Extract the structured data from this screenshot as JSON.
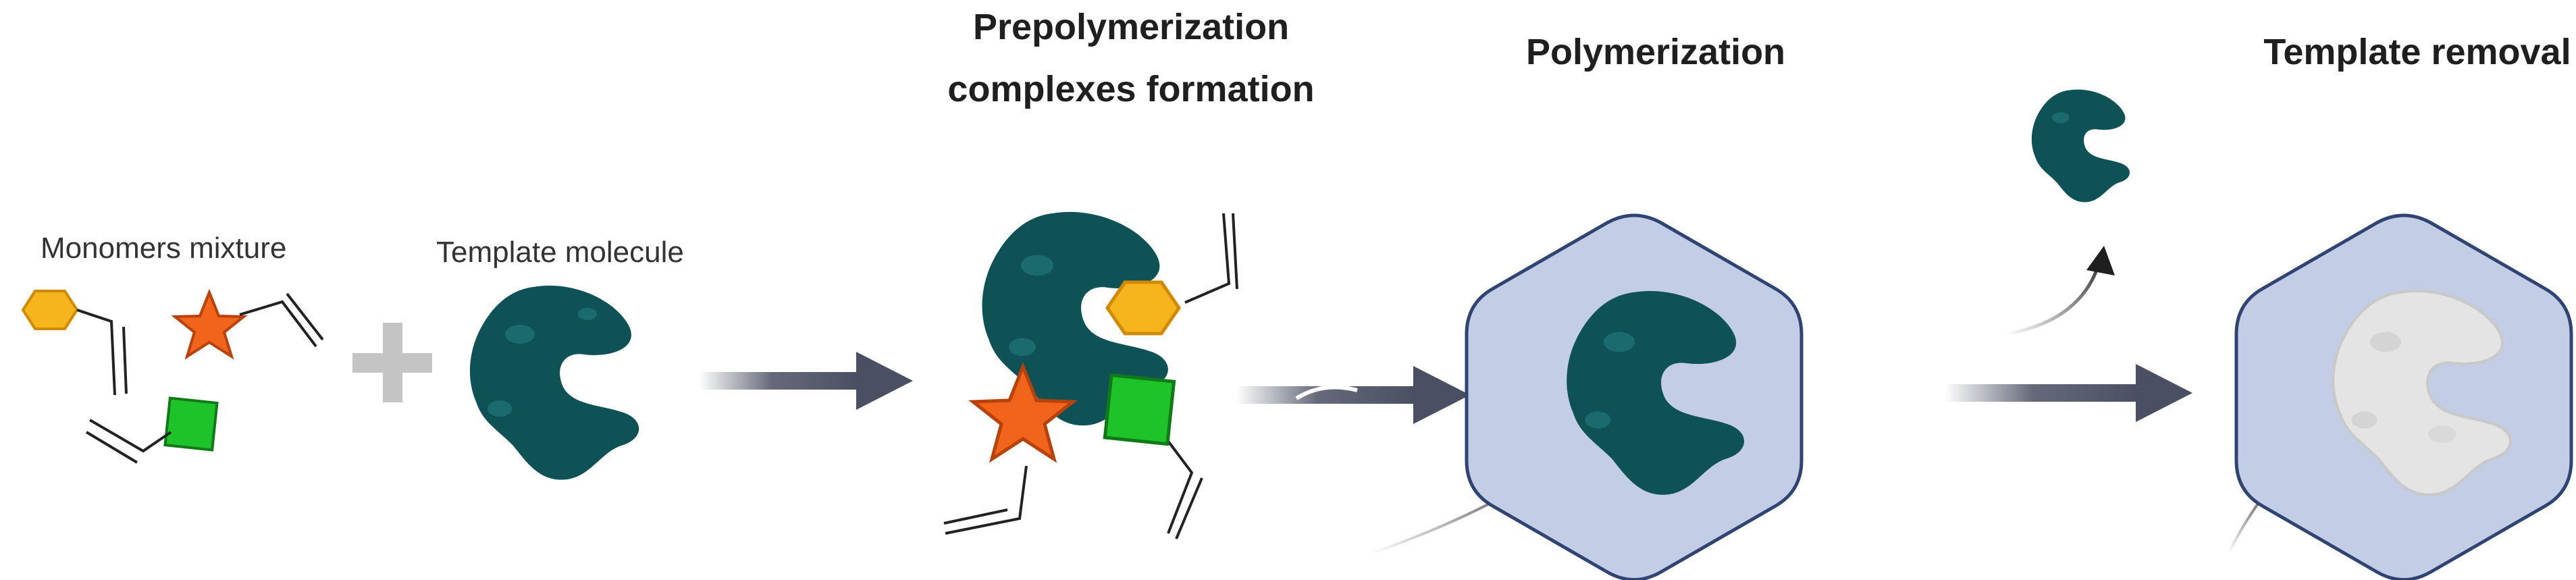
{
  "labels": {
    "monomers": "Monomers mixture",
    "template": "Template molecule",
    "prepolymerization_line1": "Prepolymerization",
    "prepolymerization_line2": "complexes formation",
    "polymerization": "Polymerization",
    "template_removal": "Template removal"
  },
  "colors": {
    "template_molecule": "#0e5256",
    "template_highlight": "#1b6b6e",
    "hexagon_monomer": "#f6b51c",
    "star_monomer": "#f0641c",
    "square_monomer": "#1ec229",
    "polymer_fill": "#c3cde6",
    "polymer_stroke": "#2f4471",
    "arrow": "#4a4f63",
    "plus": "#c4c4c4",
    "removed_template": "#e2e2e2"
  },
  "icons": [
    "hexagon-monomer-icon",
    "star-monomer-icon",
    "square-monomer-icon",
    "template-molecule-icon",
    "plus-icon",
    "arrow-icon",
    "polymer-matrix-icon",
    "imprinted-cavity-icon"
  ]
}
